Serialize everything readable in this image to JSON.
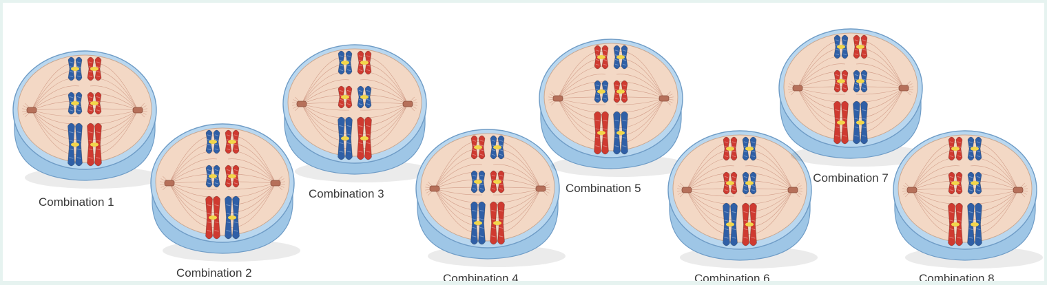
{
  "colors": {
    "frame_bg": "#e6f3f0",
    "cell_wall": "#9ec6e6",
    "cytoplasm": "#f3d8c5",
    "maternal": "#cf3a30",
    "paternal": "#2f5fa6",
    "centromere": "#f2d64b"
  },
  "combinations": [
    {
      "label": "Combination 1",
      "arrangement": [
        "blue-red",
        "blue-red",
        "blue-red"
      ]
    },
    {
      "label": "Combination 2",
      "arrangement": [
        "blue-red",
        "blue-red",
        "red-blue"
      ]
    },
    {
      "label": "Combination 3",
      "arrangement": [
        "blue-red",
        "red-blue",
        "blue-red"
      ]
    },
    {
      "label": "Combination 4",
      "arrangement": [
        "red-blue",
        "blue-red",
        "blue-red"
      ]
    },
    {
      "label": "Combination 5",
      "arrangement": [
        "red-blue",
        "blue-red",
        "red-blue"
      ]
    },
    {
      "label": "Combination 6",
      "arrangement": [
        "red-blue",
        "red-blue",
        "blue-red"
      ]
    },
    {
      "label": "Combination 7",
      "arrangement": [
        "blue-red",
        "red-blue",
        "red-blue"
      ]
    },
    {
      "label": "Combination 8",
      "arrangement": [
        "red-blue",
        "red-blue",
        "red-blue"
      ]
    }
  ]
}
